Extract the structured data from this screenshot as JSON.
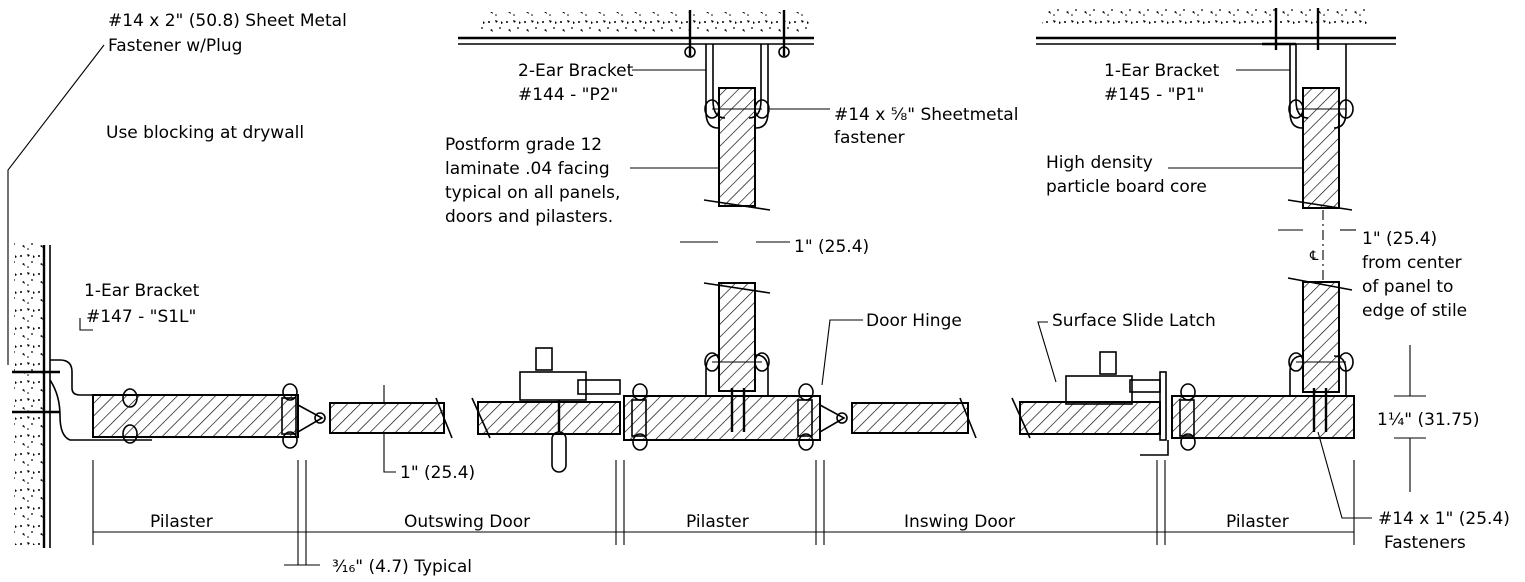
{
  "labels": {
    "sheet_metal_fastener": "#14 x 2\" (50.8) Sheet Metal",
    "sheet_metal_fastener_2": "Fastener w/Plug",
    "blocking_note": "Use blocking at drywall",
    "bracket_s1l_1": "1-Ear Bracket",
    "bracket_s1l_2": "#147 - \"S1L\"",
    "bracket_p2_1": "2-Ear Bracket",
    "bracket_p2_2": "#144 - \"P2\"",
    "sheetmetal_fastener_5_8": "#14 x ⅝\" Sheetmetal",
    "sheetmetal_fastener_5_8_2": "fastener",
    "laminate_1": "Postform grade 12",
    "laminate_2": "laminate .04 facing",
    "laminate_3": "typical on all panels,",
    "laminate_4": "doors and pilasters.",
    "gap_1in": "1\" (25.4)",
    "bracket_p1_1": "1-Ear Bracket",
    "bracket_p1_2": "#145 - \"P1\"",
    "core_1": "High density",
    "core_2": "particle board core",
    "center_note_1": "1\" (25.4)",
    "center_note_2": "from center",
    "center_note_3": "of panel to",
    "center_note_4": "edge of stile",
    "door_hinge": "Door Hinge",
    "slide_latch": "Surface Slide Latch",
    "door_thickness": "1\" (25.4)",
    "pilaster_thickness": "1¼\" (31.75)",
    "fasteners_1in_1": "#14 x 1\" (25.4)",
    "fasteners_1in_2": "Fasteners",
    "gap_typical": "³⁄₁₆\" (4.7) Typical",
    "centerline_symbol": "℄"
  },
  "dimension_labels": [
    "Pilaster",
    "Outswing Door",
    "Pilaster",
    "Inswing Door",
    "Pilaster"
  ]
}
